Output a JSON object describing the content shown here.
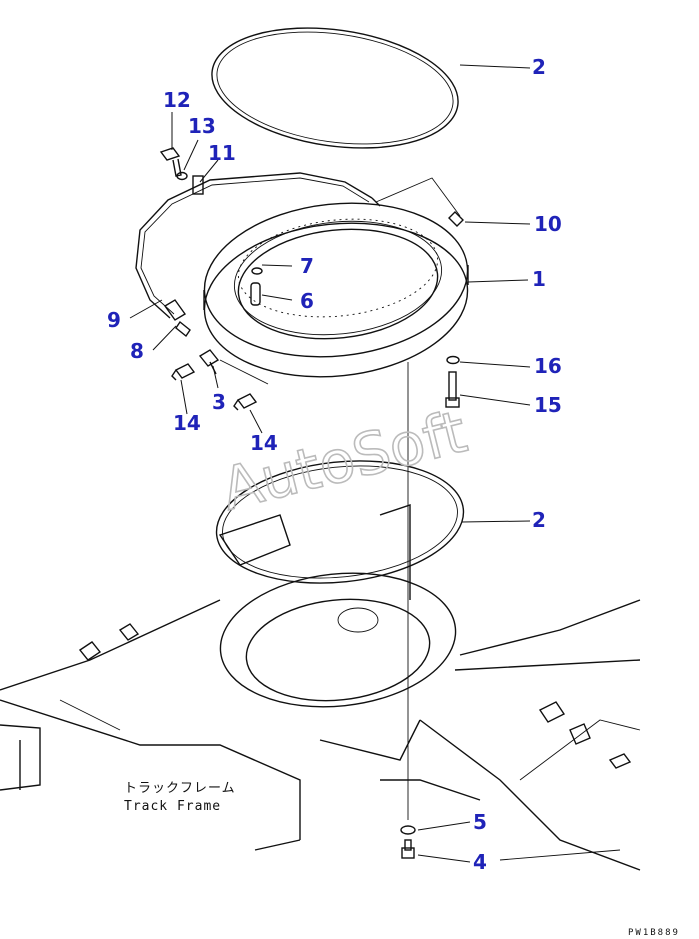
{
  "labels": [
    {
      "id": "2",
      "text": "2"
    },
    {
      "id": "12",
      "text": "12"
    },
    {
      "id": "13",
      "text": "13"
    },
    {
      "id": "11",
      "text": "11"
    },
    {
      "id": "10",
      "text": "10"
    },
    {
      "id": "7",
      "text": "7"
    },
    {
      "id": "1",
      "text": "1"
    },
    {
      "id": "6",
      "text": "6"
    },
    {
      "id": "9",
      "text": "9"
    },
    {
      "id": "8",
      "text": "8"
    },
    {
      "id": "16",
      "text": "16"
    },
    {
      "id": "3",
      "text": "3"
    },
    {
      "id": "15",
      "text": "15"
    },
    {
      "id": "14a",
      "text": "14"
    },
    {
      "id": "14b",
      "text": "14"
    },
    {
      "id": "2b",
      "text": "2"
    },
    {
      "id": "5",
      "text": "5"
    },
    {
      "id": "4",
      "text": "4"
    }
  ],
  "caption": {
    "jp": "トラックフレーム",
    "en": "Track Frame"
  },
  "watermark": "AutoSoft",
  "drawing_code": "PW1B889"
}
